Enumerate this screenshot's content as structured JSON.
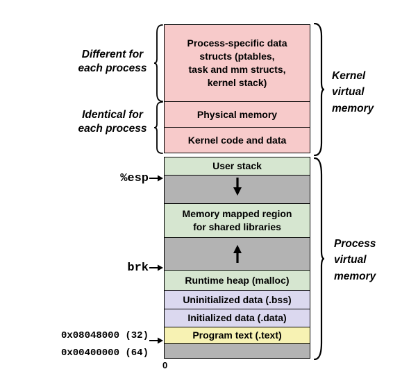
{
  "colors": {
    "kernel_box": "#f7caca",
    "green_box": "#d6e6d0",
    "gray_region": "#b3b3b3",
    "lavender_box": "#dbd8ef",
    "yellow_box": "#f7f2b3",
    "border": "#000000",
    "background": "#ffffff"
  },
  "kernel_section": {
    "boxes": [
      {
        "label": "Process-specific data\nstructs  (ptables,\ntask and mm structs,\nkernel stack)"
      },
      {
        "label": "Physical memory"
      },
      {
        "label": "Kernel code and data"
      }
    ],
    "brace_label": "Kernel\nvirtual\nmemory"
  },
  "process_section": {
    "boxes": {
      "user_stack": "User stack",
      "mmap": "Memory mapped region\nfor shared libraries",
      "heap": "Runtime heap (malloc)",
      "bss": "Uninitialized data (.bss)",
      "data": "Initialized data (.data)",
      "text": "Program text (.text)"
    },
    "brace_label": "Process\nvirtual\nmemory"
  },
  "left_labels": {
    "different": "Different for\neach process",
    "identical": "Identical  for\neach process",
    "esp": "%esp",
    "brk": "brk",
    "addr32": "0x08048000 (32)",
    "addr64": "0x00400000 (64)",
    "zero": "0"
  }
}
